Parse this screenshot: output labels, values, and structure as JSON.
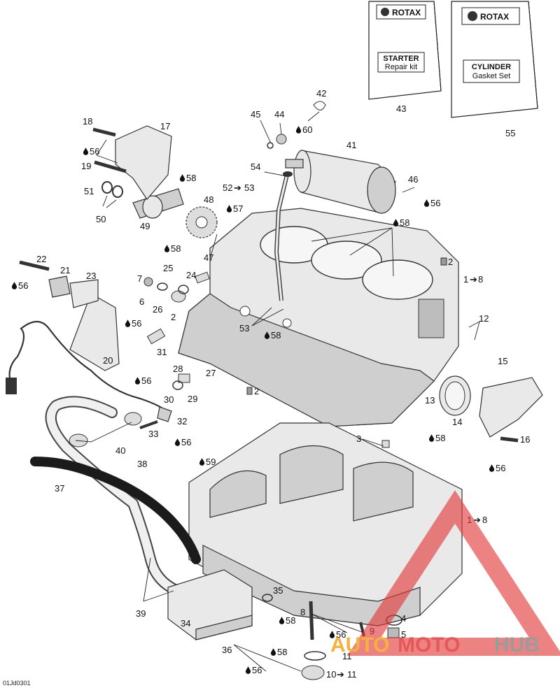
{
  "drawing_code": "01Jd0301",
  "kits": [
    {
      "brand": "ROTAX",
      "title": "STARTER",
      "subtitle": "Repair kit",
      "number": "43"
    },
    {
      "brand": "ROTAX",
      "title": "CYLINDER",
      "subtitle": "Gasket Set",
      "number": "55"
    }
  ],
  "callouts": [
    {
      "text": "18"
    },
    {
      "text": "17"
    },
    {
      "text": "56"
    },
    {
      "text": "19"
    },
    {
      "text": "58"
    },
    {
      "text": "51"
    },
    {
      "text": "50"
    },
    {
      "text": "49"
    },
    {
      "text": "48"
    },
    {
      "text": "45"
    },
    {
      "text": "44"
    },
    {
      "text": "42"
    },
    {
      "text": "60"
    },
    {
      "text": "41"
    },
    {
      "text": "54"
    },
    {
      "text": "52"
    },
    {
      "text": "53"
    },
    {
      "text": "46"
    },
    {
      "text": "56"
    },
    {
      "text": "57"
    },
    {
      "text": "58"
    },
    {
      "text": "47"
    },
    {
      "text": "58"
    },
    {
      "text": "2"
    },
    {
      "text": "1"
    },
    {
      "text": "8"
    },
    {
      "text": "22"
    },
    {
      "text": "56"
    },
    {
      "text": "21"
    },
    {
      "text": "23"
    },
    {
      "text": "7"
    },
    {
      "text": "25"
    },
    {
      "text": "24"
    },
    {
      "text": "6"
    },
    {
      "text": "26"
    },
    {
      "text": "2"
    },
    {
      "text": "56"
    },
    {
      "text": "31"
    },
    {
      "text": "53"
    },
    {
      "text": "58"
    },
    {
      "text": "12"
    },
    {
      "text": "20"
    },
    {
      "text": "28"
    },
    {
      "text": "27"
    },
    {
      "text": "56"
    },
    {
      "text": "30"
    },
    {
      "text": "29"
    },
    {
      "text": "2"
    },
    {
      "text": "15"
    },
    {
      "text": "13"
    },
    {
      "text": "32"
    },
    {
      "text": "33"
    },
    {
      "text": "56"
    },
    {
      "text": "14"
    },
    {
      "text": "58"
    },
    {
      "text": "3"
    },
    {
      "text": "40"
    },
    {
      "text": "16"
    },
    {
      "text": "38"
    },
    {
      "text": "59"
    },
    {
      "text": "56"
    },
    {
      "text": "37"
    },
    {
      "text": "1"
    },
    {
      "text": "8"
    },
    {
      "text": "39"
    },
    {
      "text": "35"
    },
    {
      "text": "8"
    },
    {
      "text": "58"
    },
    {
      "text": "4"
    },
    {
      "text": "34"
    },
    {
      "text": "9"
    },
    {
      "text": "56"
    },
    {
      "text": "5"
    },
    {
      "text": "36"
    },
    {
      "text": "58"
    },
    {
      "text": "11"
    },
    {
      "text": "56"
    },
    {
      "text": "10"
    },
    {
      "text": "11"
    }
  ],
  "watermark": {
    "part1": "AUTO",
    "part2": "MOTO",
    "part3": "HUB",
    "accent": "#e23b3b",
    "gold": "#f3a51c",
    "gray": "#8a8a8a"
  },
  "icons": {
    "drop": "oil-drop-icon",
    "arrow": "arrow-right-icon",
    "brand": "rotax-logo-icon"
  }
}
